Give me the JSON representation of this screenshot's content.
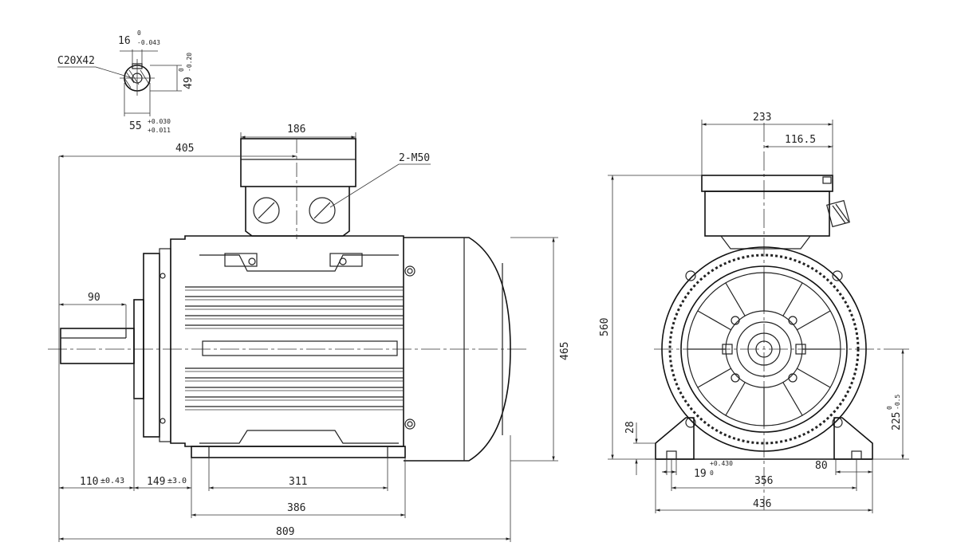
{
  "shaft_detail": {
    "key_width": "16",
    "key_tol_upper": "0",
    "key_tol_lower": "-0.043",
    "center_hole": "C20X42",
    "height": "49",
    "height_tol_upper": "0",
    "height_tol_lower": "-0.20",
    "diameter": "55",
    "dia_tol_upper": "+0.030",
    "dia_tol_lower": "+0.011"
  },
  "side_view": {
    "terminal_box_width": "186",
    "shaft_to_box": "405",
    "cable_entries": "2-M50",
    "key_length": "90",
    "overall_height": "465",
    "shaft_length": "110",
    "shaft_length_tol": "±0.43",
    "shaft_to_foot": "149",
    "shaft_to_foot_tol": "±3.0",
    "foot_hole_spacing": "311",
    "foot_length": "386",
    "overall_length": "809"
  },
  "end_view": {
    "box_width": "233",
    "box_half_width": "116.5",
    "overall_height": "560",
    "foot_thickness": "28",
    "shaft_center_height": "225",
    "center_height_tol_upper": "0",
    "center_height_tol_lower": "-0.5",
    "foot_hole_dia": "19",
    "foot_hole_tol_upper": "+0.430",
    "foot_hole_tol_lower": "0",
    "foot_width": "80",
    "foot_hole_spacing": "356",
    "base_width": "436"
  }
}
